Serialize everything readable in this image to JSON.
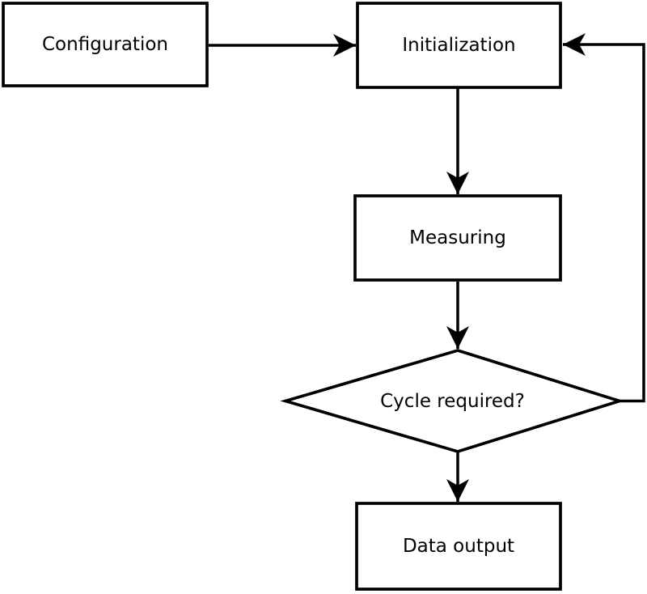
{
  "diagram": {
    "type": "flowchart",
    "background_color": "#ffffff",
    "stroke_color": "#000000",
    "text_color": "#000000",
    "nodes": {
      "configuration": {
        "label": "Configuration",
        "shape": "rectangle"
      },
      "initialization": {
        "label": "Initialization",
        "shape": "rectangle"
      },
      "measuring": {
        "label": "Measuring",
        "shape": "rectangle"
      },
      "decision": {
        "label": "Cycle required?",
        "shape": "diamond"
      },
      "data_output": {
        "label": "Data output",
        "shape": "rectangle"
      }
    },
    "edges": [
      {
        "from": "configuration",
        "to": "initialization",
        "direction": "right"
      },
      {
        "from": "initialization",
        "to": "measuring",
        "direction": "down"
      },
      {
        "from": "measuring",
        "to": "decision",
        "direction": "down"
      },
      {
        "from": "decision",
        "to": "data_output",
        "direction": "down"
      },
      {
        "from": "decision",
        "to": "initialization",
        "direction": "feedback-loop-right-up"
      }
    ]
  }
}
